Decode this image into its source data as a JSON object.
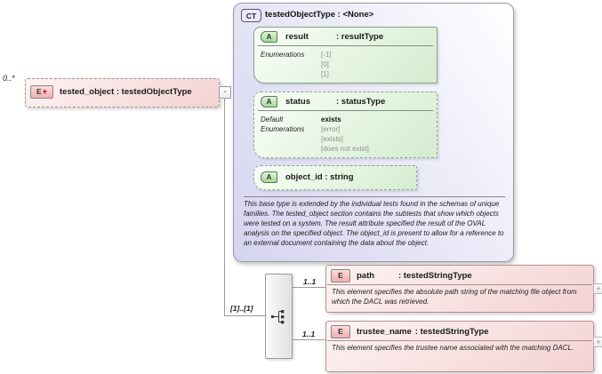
{
  "palette": {
    "element_pink": "#f4d2d2",
    "attribute_green": "#d5ecd0",
    "complextype_lavender": "#d4d4ef",
    "connector_gray": "#9a9a9a",
    "enum_value_gray": "#8f8f8f"
  },
  "root": {
    "cardinality": "0..*",
    "badge": "E",
    "expand_plus": "+",
    "label": "tested_object : testedObjectType",
    "collapse_glyph": "-"
  },
  "complex_type": {
    "badge": "CT",
    "title": "testedObjectType : <None>",
    "attributes": [
      {
        "badge": "A",
        "name": "result",
        "type": ": resultType",
        "enum_label": "Enumerations",
        "enum_values": [
          "[-1]",
          "[0]",
          "[1]"
        ]
      },
      {
        "badge": "A",
        "name": "status",
        "type": ": statusType",
        "default_label": "Default",
        "default_value": "exists",
        "enum_label": "Enumerations",
        "enum_values": [
          "[error]",
          "[exists]",
          "[does not exist]"
        ]
      },
      {
        "badge": "A",
        "label": "object_id : string"
      }
    ],
    "description": "This base type is extended by the individual tests found in the schemas of unique families.  The tested_object section contains the subtests that show which objects were tested on a system. The result attribute specified the result of the OVAL analysis on the specified object. The object_id is present to allow for a reference to an external document containing the data about the object."
  },
  "content_model": {
    "cardinality_label": "[1]..[1]",
    "children": [
      {
        "occurs": "1..1",
        "badge": "E",
        "name": "path",
        "type": ": testedStringType",
        "description": "This element specifies the absolute path string of the matching file object from which the DACL was retrieved.",
        "expand_glyph": "+"
      },
      {
        "occurs": "1..1",
        "badge": "E",
        "name": "trustee_name",
        "type": ": testedStringType",
        "description": "This element specifies the trustee name associated with the matching DACL.",
        "expand_glyph": "+"
      }
    ]
  }
}
